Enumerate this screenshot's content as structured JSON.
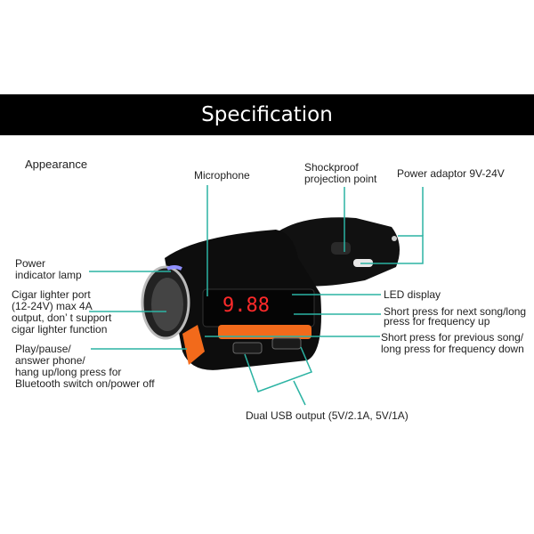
{
  "header": {
    "title": "Specification"
  },
  "section_label": "Appearance",
  "callouts": {
    "microphone": "Microphone",
    "shockproof": [
      "Shockproof",
      "projection point"
    ],
    "power_adaptor": "Power adaptor 9V-24V",
    "power_lamp": [
      "Power",
      "indicator lamp"
    ],
    "cigar_port": [
      "Cigar lighter port",
      "(12-24V) max 4A",
      "output, don’ t support",
      "cigar lighter function"
    ],
    "play_pause": [
      "Play/pause/",
      "answer phone/",
      "hang up/long press for",
      "Bluetooth switch on/power off"
    ],
    "led_display": "LED display",
    "next_song": [
      "Short press for next song/long",
      "press for frequency up"
    ],
    "prev_song": [
      "Short press for previous song/",
      "long press for frequency down"
    ],
    "usb_output": "Dual USB output (5V/2.1A, 5V/1A)"
  },
  "device": {
    "display_text": "9.88"
  },
  "colors": {
    "line": "#2bb3a3",
    "orange": "#f26a1b",
    "led": "#ff2a2a"
  }
}
